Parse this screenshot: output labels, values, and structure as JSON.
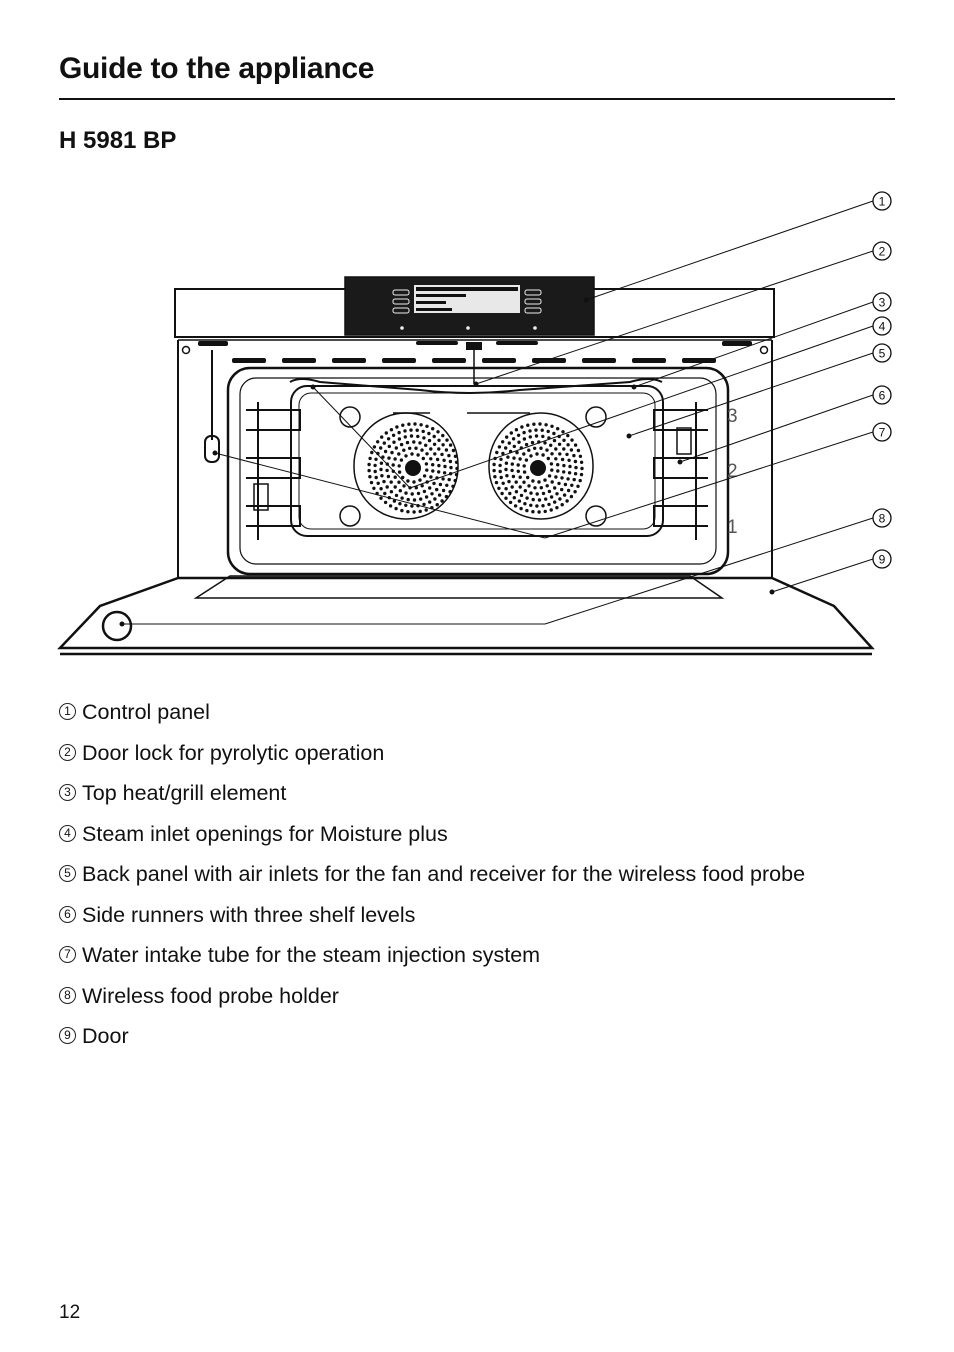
{
  "header": {
    "title": "Guide to the appliance"
  },
  "model": "H 5981 BP",
  "figure": {
    "callouts": [
      "1",
      "2",
      "3",
      "4",
      "5",
      "6",
      "7",
      "8",
      "9"
    ],
    "shelf_levels": [
      "3",
      "2",
      "1"
    ]
  },
  "legend": [
    {
      "num": "1",
      "text": "Control panel"
    },
    {
      "num": "2",
      "text": "Door lock for pyrolytic operation"
    },
    {
      "num": "3",
      "text": "Top heat/grill element"
    },
    {
      "num": "4",
      "text": "Steam inlet openings for Moisture plus"
    },
    {
      "num": "5",
      "text": "Back panel with air inlets for the fan and receiver for the wireless food probe"
    },
    {
      "num": "6",
      "text": "Side runners with three shelf levels"
    },
    {
      "num": "7",
      "text": "Water intake tube for the steam injection system"
    },
    {
      "num": "8",
      "text": "Wireless food probe holder"
    },
    {
      "num": "9",
      "text": "Door"
    }
  ],
  "page_number": "12"
}
